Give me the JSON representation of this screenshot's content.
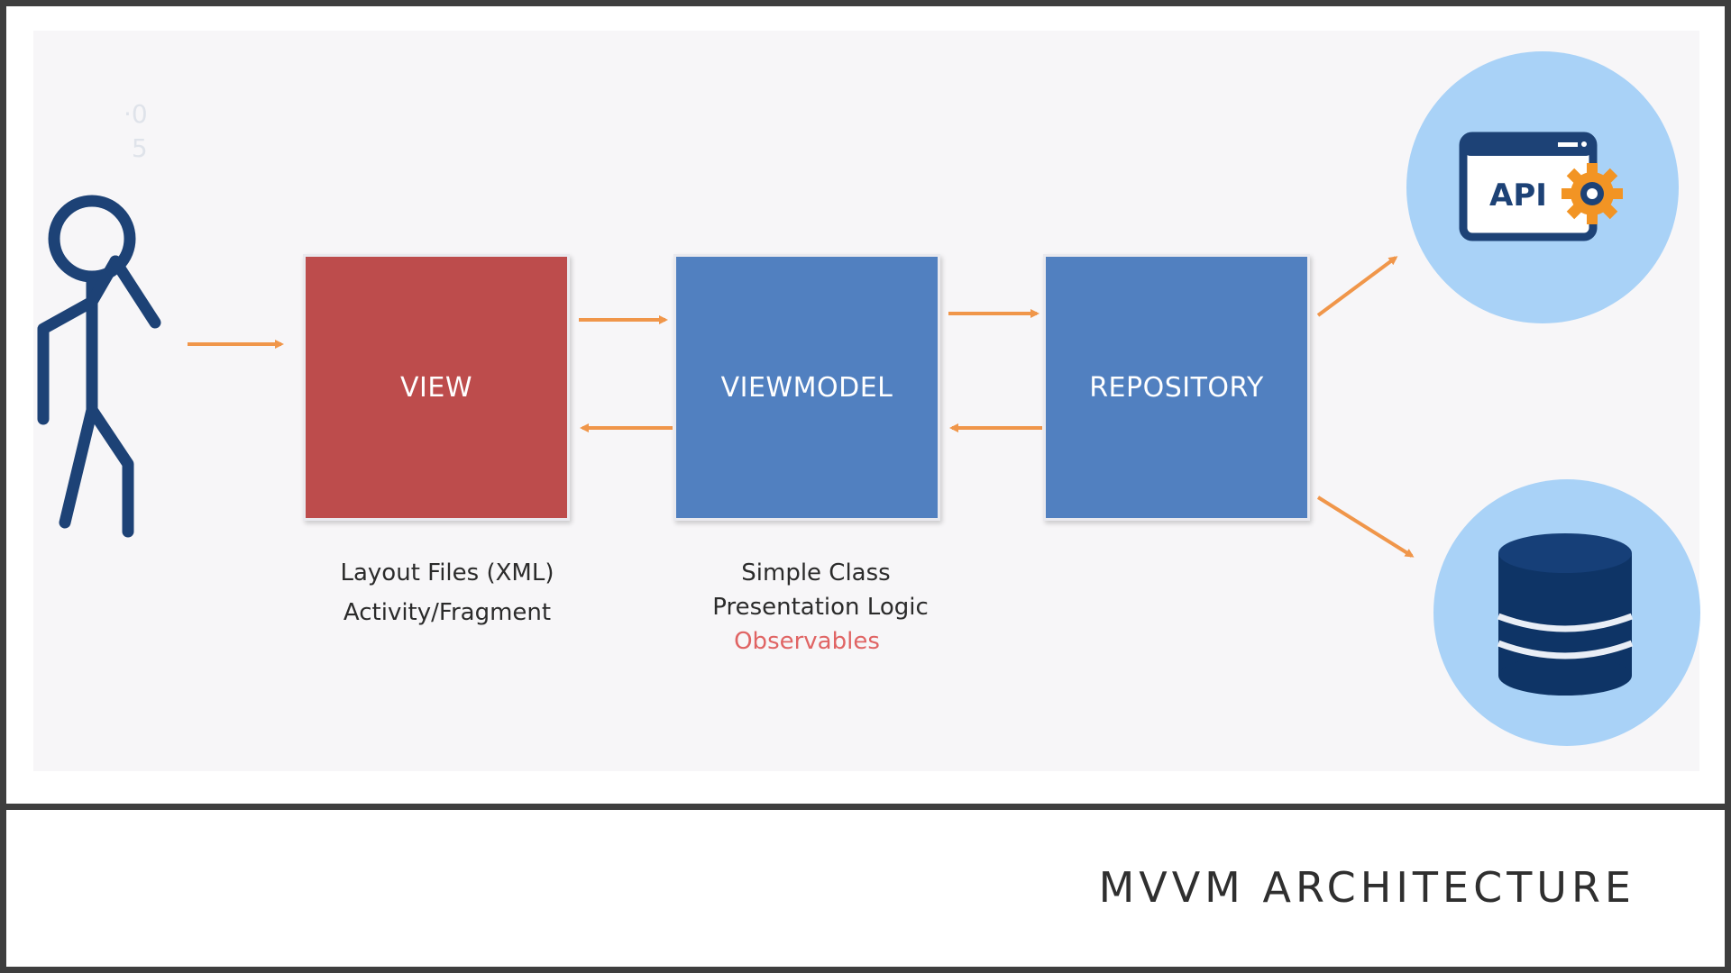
{
  "diagram": {
    "boxes": {
      "view": "VIEW",
      "viewmodel": "VIEWMODEL",
      "repository": "REPOSITORY"
    },
    "captions": {
      "view_line1": "Layout Files (XML)",
      "view_line2": "Activity/Fragment",
      "viewmodel_line1": "Simple Class",
      "viewmodel_line2": "Presentation Logic",
      "viewmodel_line3": "Observables"
    },
    "api_icon_text": "API",
    "icons": [
      "user-stick-figure-icon",
      "api-gear-icon",
      "database-icon"
    ],
    "colors": {
      "view_box": "#bd4c4c",
      "blue_box": "#5180c0",
      "arrow": "#f0964a",
      "icon_navy": "#1d4276",
      "circle": "#a9d2f7",
      "observables_text": "#e06464",
      "gear": "#f29424"
    }
  },
  "footer": {
    "title": "MVVM ARCHITECTURE"
  }
}
